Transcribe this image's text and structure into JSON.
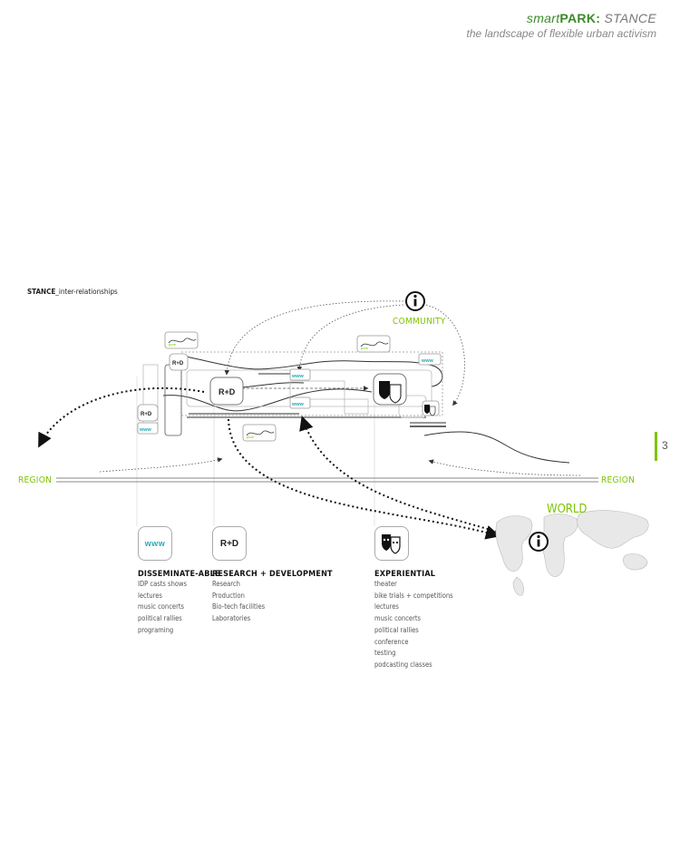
{
  "header": {
    "brand_smart": "smart",
    "brand_park": "PARK",
    "brand_sep": ":",
    "brand_stance": "STANCE",
    "subtitle": "the landscape of flexible urban activism"
  },
  "diagram": {
    "section_label_bold": "STANCE",
    "section_label_rest": "_inter-relationships",
    "community_label": "COMMUNITY",
    "region_left": "REGION",
    "region_right": "REGION",
    "world_label": "WORLD",
    "node_rd": "R+D",
    "node_www": "www"
  },
  "columns": [
    {
      "icon": "www-icon",
      "icon_text": "www",
      "title": "DISSEMINATE-ABLE",
      "items": [
        "IDP casts shows",
        "lectures",
        "music concerts",
        "political rallies",
        "programing"
      ]
    },
    {
      "icon": "rd-icon",
      "icon_text": "R+D",
      "title": "RESEARCH + DEVELOPMENT",
      "items": [
        "Research",
        "Production",
        "Bio-tech facilities",
        "Laboratories"
      ]
    },
    {
      "icon": "theater-masks-icon",
      "icon_text": "",
      "title": "EXPERIENTIAL",
      "items": [
        "theater",
        "bike trials + competitions",
        "lectures",
        "music concerts",
        "political rallies",
        "conference",
        "testing",
        "podcasting classes"
      ]
    }
  ],
  "page_number": "3",
  "colors": {
    "accent_green": "#7cc400",
    "www_teal": "#2aa9b4"
  }
}
